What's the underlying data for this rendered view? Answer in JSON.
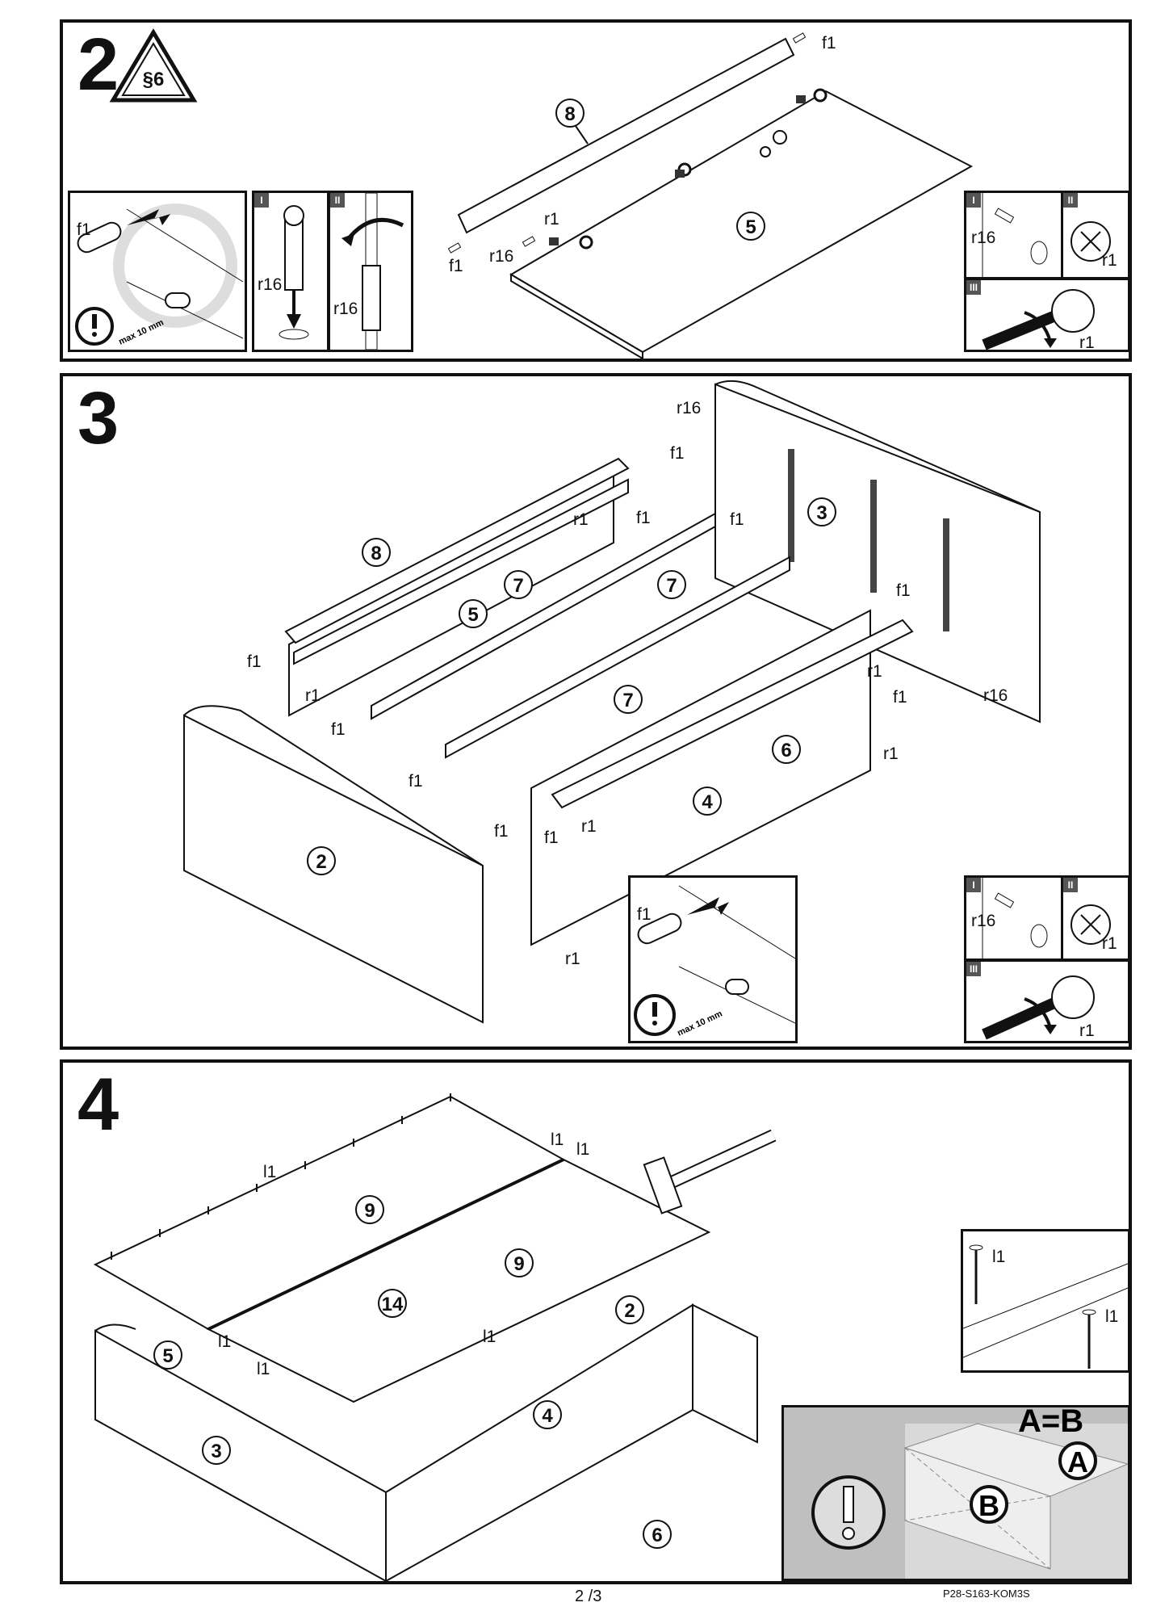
{
  "steps": {
    "s2": "2",
    "s3": "3",
    "s4": "4"
  },
  "section_badge": "§6",
  "parts": {
    "f1": "f1",
    "r1": "r1",
    "r16": "r16",
    "l1": "l1"
  },
  "numbers": {
    "n2": "2",
    "n3": "3",
    "n4": "4",
    "n5": "5",
    "n6": "6",
    "n7": "7",
    "n8": "8",
    "n9": "9",
    "n14": "14"
  },
  "roman": {
    "i": "I",
    "ii": "II",
    "iii": "III"
  },
  "max_depth": "max 10 mm",
  "diagonal_check": {
    "equation": "A=B",
    "a": "A",
    "b": "B"
  },
  "footer": {
    "page": "2 /3",
    "code": "P28-S163-KOM3S"
  },
  "colors": {
    "ink": "#111111",
    "gray_fill": "#bfbfbf"
  }
}
